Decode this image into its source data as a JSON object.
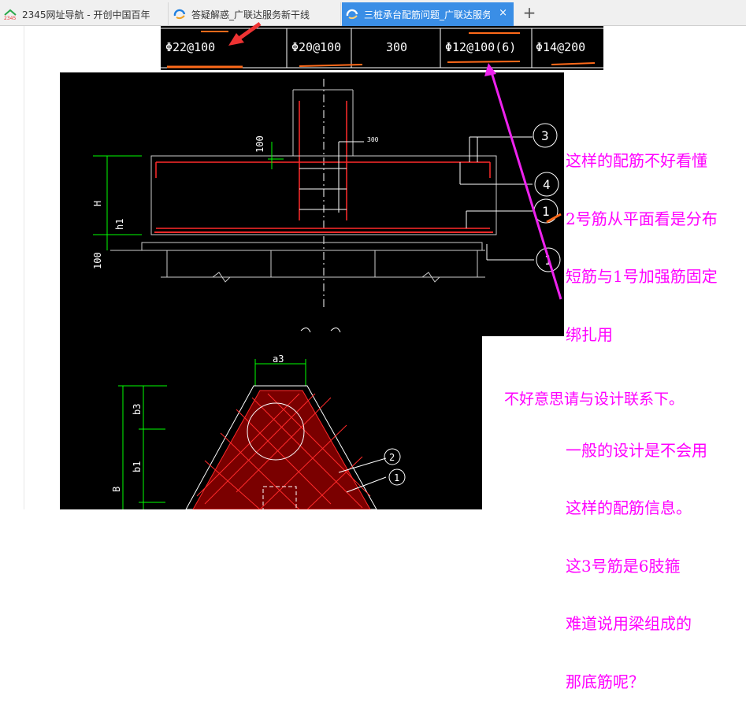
{
  "tabs": [
    {
      "label": "2345网址导航 - 开创中国百年",
      "icon": "2345-logo-icon",
      "favtext": "2345"
    },
    {
      "label": "答疑解惑_广联达服务新干线",
      "icon": "glodon-logo-icon"
    },
    {
      "label": "三桩承台配筋问题_广联达服务",
      "icon": "glodon-logo-icon",
      "active": true
    }
  ],
  "close_glyph": "×",
  "new_tab_glyph": "+",
  "rebar_table": {
    "cells": [
      "Φ22@100",
      "Φ20@100",
      "300",
      "Φ12@100(6)",
      "Φ14@200"
    ]
  },
  "drawing": {
    "dims": {
      "top_100": "100",
      "side_H": "H",
      "side_h1": "h1",
      "side_100": "100",
      "small_300": "300",
      "a3": "a3",
      "b3": "b3",
      "b1": "b1",
      "B": "B"
    },
    "callouts": [
      "3",
      "4",
      "1",
      "1",
      "2",
      "1"
    ]
  },
  "annotation": {
    "lines": [
      "这样的配筋不好看懂",
      "2号筋从平面看是分布",
      "短筋与1号加强筋固定",
      "绑扎用",
      "",
      "一般的设计是不会用",
      "这样的配筋信息。",
      "这3号筋是6肢箍",
      "难道说用梁组成的",
      "那底筋呢？"
    ],
    "reply": "不好意思请与设计联系下。"
  },
  "colors": {
    "annotation": "#ff00ff",
    "active_tab": "#3a8ee6",
    "cad_bg": "#000000",
    "rebar_red": "#ff2a2a",
    "dim_green": "#00ff00",
    "marker_orange": "#ff6a1a"
  }
}
